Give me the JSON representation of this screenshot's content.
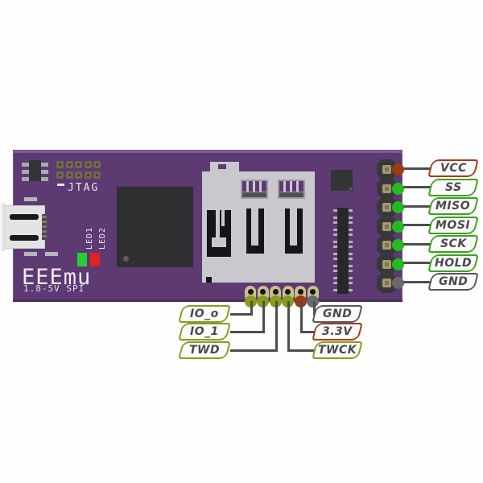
{
  "board": {
    "name": "EEEmu",
    "subtitle": "1.8-5V SPI",
    "header_label": "JTAG",
    "led1": "LED1",
    "led2": "LED2",
    "colors": {
      "pcb": "#5d3a72",
      "silk": "#f0ecf5",
      "led1_color": "#25d02e",
      "led2_color": "#e02222",
      "accent_green": "#3aa21e",
      "accent_olive": "#8a9b20",
      "accent_red": "#a8391b",
      "accent_gray": "#58585a"
    }
  },
  "right_header": {
    "pins": [
      {
        "label": "VCC",
        "net": "power",
        "dot_color": "#9e3b14",
        "border": "red"
      },
      {
        "label": "SS",
        "net": "signal",
        "dot_color": "#22bb22",
        "border": "green"
      },
      {
        "label": "MISO",
        "net": "signal",
        "dot_color": "#22bb22",
        "border": "green"
      },
      {
        "label": "MOSI",
        "net": "signal",
        "dot_color": "#22bb22",
        "border": "green"
      },
      {
        "label": "SCK",
        "net": "signal",
        "dot_color": "#22bb22",
        "border": "green"
      },
      {
        "label": "HOLD",
        "net": "signal",
        "dot_color": "#22bb22",
        "border": "green"
      },
      {
        "label": "GND",
        "net": "ground",
        "dot_color": "#6a6a6d",
        "border": "gray"
      }
    ]
  },
  "bottom_header": {
    "pins": [
      {
        "label": "IO_o",
        "dot_color": "#8a9b20",
        "border": "olive",
        "side": "left"
      },
      {
        "label": "IO_1",
        "dot_color": "#8a9b20",
        "border": "olive",
        "side": "left"
      },
      {
        "label": "TWD",
        "dot_color": "#8a9b20",
        "border": "olive",
        "side": "left"
      },
      {
        "label": "TWCK",
        "dot_color": "#8a9b20",
        "border": "olive",
        "side": "right"
      },
      {
        "label": "3.3V",
        "dot_color": "#9e3b14",
        "border": "red",
        "side": "right"
      },
      {
        "label": "GND",
        "dot_color": "#6a6a6d",
        "border": "gray",
        "side": "right"
      }
    ],
    "left_labels": [
      "IO_o",
      "IO_1",
      "TWD"
    ],
    "right_labels": [
      "GND",
      "3.3V",
      "TWCK"
    ]
  },
  "components": {
    "regulator": "sot23-regulator",
    "mcu": "qfn-microcontroller",
    "socket": "microsd-socket",
    "connector": "micro-usb-connector",
    "level_shifter": "small-ic",
    "resistor_array": "resistor-packages"
  }
}
